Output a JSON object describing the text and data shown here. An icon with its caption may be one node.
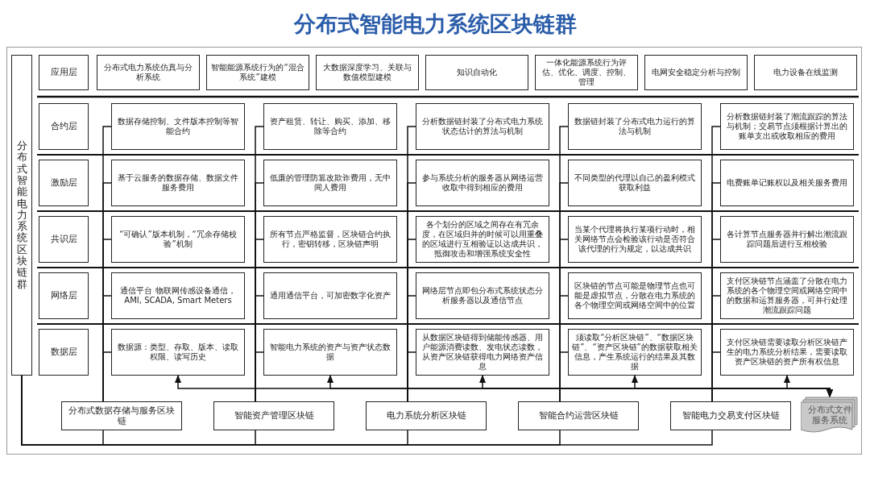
{
  "diagram": {
    "title": "分布式智能电力系统区块链群",
    "nodes": [
      {
        "text": [
          "分布式智能电力系统区块链群"
        ]
      },
      {
        "text": [
          "应用层"
        ]
      },
      {
        "text": [
          "分布式电力系统仿真与分析系统"
        ]
      },
      {
        "text": [
          "智能能源系统行为的“混合系统”建模"
        ]
      },
      {
        "text": [
          "大数据深度学习、关联与数值模型建模"
        ]
      },
      {
        "text": [
          "知识自动化"
        ]
      },
      {
        "text": [
          "一体化能源系统行为评估、优化、调度、控制、管理"
        ]
      },
      {
        "text": [
          "电网安全稳定分析与控制"
        ]
      },
      {
        "text": [
          "电力设备在线监测"
        ]
      },
      {
        "text": [
          "合约层"
        ]
      },
      {
        "text": [
          "数据存储控制、文件版本控制等智能合约"
        ]
      },
      {
        "text": [
          "资产租赁、转让、购买、添加、移除等合约"
        ]
      },
      {
        "text": [
          "分析数据链封装了分布式电力系统状态估计的算法与机制"
        ]
      },
      {
        "text": [
          "数据链封装了分布式电力运行的算法与机制"
        ]
      },
      {
        "text": [
          "分析数据链封装了潮流跟踪的算法与机制；交易节点须根据计算出的账单支出或收取相应的费用"
        ]
      },
      {
        "text": [
          "激励层"
        ]
      },
      {
        "text": [
          "基于云服务的数据存储、数据文件服务费用"
        ]
      },
      {
        "text": [
          "低廉的管理防篡改欺诈费用，无中间人费用"
        ]
      },
      {
        "text": [
          "参与系统分析的服务器从网络运营收取中得到相应的费用"
        ]
      },
      {
        "text": [
          "不同类型的代理以自己的盈利模式获取利益"
        ]
      },
      {
        "text": [
          "电费账单记账权以及相关服务费用"
        ]
      },
      {
        "text": [
          "共识层"
        ]
      },
      {
        "text": [
          "“可确认”版本机制，“冗余存储校验”机制"
        ]
      },
      {
        "text": [
          "所有节点严格监督，区块链合约执行，密钥转移，区块链声明"
        ]
      },
      {
        "text": [
          "各个划分的区域之间存在有冗余度，在区域归并的时候可以用重叠的区域进行互相验证以达成共识，抵御攻击和增强系统安全性"
        ]
      },
      {
        "text": [
          "当某个代理将执行某项行动时，相关网络节点会检验该行动是否符合该代理的行为规定，以达成共识"
        ]
      },
      {
        "text": [
          "各计算节点服务器并行解出潮流跟踪问题后进行互相校验"
        ]
      },
      {
        "text": [
          "网络层"
        ]
      },
      {
        "text": [
          "通信平台 物联网传感设备通信，AMI, SCADA, Smart Meters"
        ]
      },
      {
        "text": [
          "通用通信平台，可加密数字化资产"
        ]
      },
      {
        "text": [
          "网络层节点即包分布式系统状态分析服务器以及通信节点"
        ]
      },
      {
        "text": [
          "区块链的节点可能是物理节点也可能是虚拟节点，分散在电力系统的各个物理空间或网络空间中的位置"
        ]
      },
      {
        "text": [
          "支付区块链节点涵盖了分散在电力系统的各个物理空间或网络空间中的数据和运算服务器，可并行处理潮流跟踪问题"
        ]
      },
      {
        "text": [
          "数据层"
        ]
      },
      {
        "text": [
          "数据源：类型、存取、版本、读取权限、读写历史"
        ]
      },
      {
        "text": [
          "智能电力系统的资产与资产状态数据"
        ]
      },
      {
        "text": [
          "从数据区块链得到储能传感器、用户能源消费读数、发电状态读数，从资产区块链获得电力网络资产信息"
        ]
      },
      {
        "text": [
          "须读取“分析区块链”、“数据区块链”、“资产区块链”的数据获取相关信息，产生系统运行的结果及其数据"
        ]
      },
      {
        "text": [
          "支付区块链需要读取分析区块链产生的电力系统分析结果，需要读取资产区块链的资产所有权信息"
        ]
      },
      {
        "text": [
          "分布式数据存储与服务区块链"
        ]
      },
      {
        "text": [
          "智能资产管理区块链"
        ]
      },
      {
        "text": [
          "电力系统分析区块链"
        ]
      },
      {
        "text": [
          "智能合约运营区块链"
        ]
      },
      {
        "text": [
          "智能电力交易支付区块链"
        ]
      },
      {
        "text": [
          "分布式文件服务系统"
        ]
      }
    ],
    "edges": [
      {
        "from": 10,
        "to": 39,
        "arrow": "none"
      },
      {
        "from": 11,
        "to": 40,
        "arrow": "none"
      },
      {
        "from": 12,
        "to": 41,
        "arrow": "none"
      },
      {
        "from": 13,
        "to": 42,
        "arrow": "none"
      },
      {
        "from": 14,
        "to": 43,
        "arrow": "none"
      },
      {
        "from": 16,
        "to": 39,
        "arrow": "none"
      },
      {
        "from": 17,
        "to": 40,
        "arrow": "none"
      },
      {
        "from": 18,
        "to": 41,
        "arrow": "none"
      },
      {
        "from": 19,
        "to": 42,
        "arrow": "none"
      },
      {
        "from": 20,
        "to": 43,
        "arrow": "none"
      },
      {
        "from": 22,
        "to": 39,
        "arrow": "none"
      },
      {
        "from": 23,
        "to": 40,
        "arrow": "none"
      },
      {
        "from": 24,
        "to": 41,
        "arrow": "none"
      },
      {
        "from": 25,
        "to": 42,
        "arrow": "none"
      },
      {
        "from": 26,
        "to": 43,
        "arrow": "none"
      },
      {
        "from": 28,
        "to": 39,
        "arrow": "none"
      },
      {
        "from": 29,
        "to": 40,
        "arrow": "none"
      },
      {
        "from": 30,
        "to": 41,
        "arrow": "none"
      },
      {
        "from": 31,
        "to": 42,
        "arrow": "none"
      },
      {
        "from": 32,
        "to": 43,
        "arrow": "none"
      },
      {
        "from": 34,
        "to": 39,
        "arrow": "none"
      },
      {
        "from": 35,
        "to": 40,
        "arrow": "none"
      },
      {
        "from": 36,
        "to": 41,
        "arrow": "none"
      },
      {
        "from": 37,
        "to": 42,
        "arrow": "none"
      },
      {
        "from": 38,
        "to": 43,
        "arrow": "none"
      },
      {
        "from": 34,
        "to": 44,
        "arrow": "both"
      },
      {
        "from": 35,
        "to": 44,
        "arrow": "both"
      },
      {
        "from": 36,
        "to": 44,
        "arrow": "both"
      },
      {
        "from": 37,
        "to": 44,
        "arrow": "both"
      },
      {
        "from": 38,
        "to": 44,
        "arrow": "both"
      },
      {
        "from": 0,
        "to": 39,
        "arrow": "none"
      },
      {
        "from": 0,
        "to": 40,
        "arrow": "none"
      },
      {
        "from": 0,
        "to": 41,
        "arrow": "none"
      },
      {
        "from": 0,
        "to": 42,
        "arrow": "none"
      },
      {
        "from": 0,
        "to": 43,
        "arrow": "none"
      }
    ]
  }
}
